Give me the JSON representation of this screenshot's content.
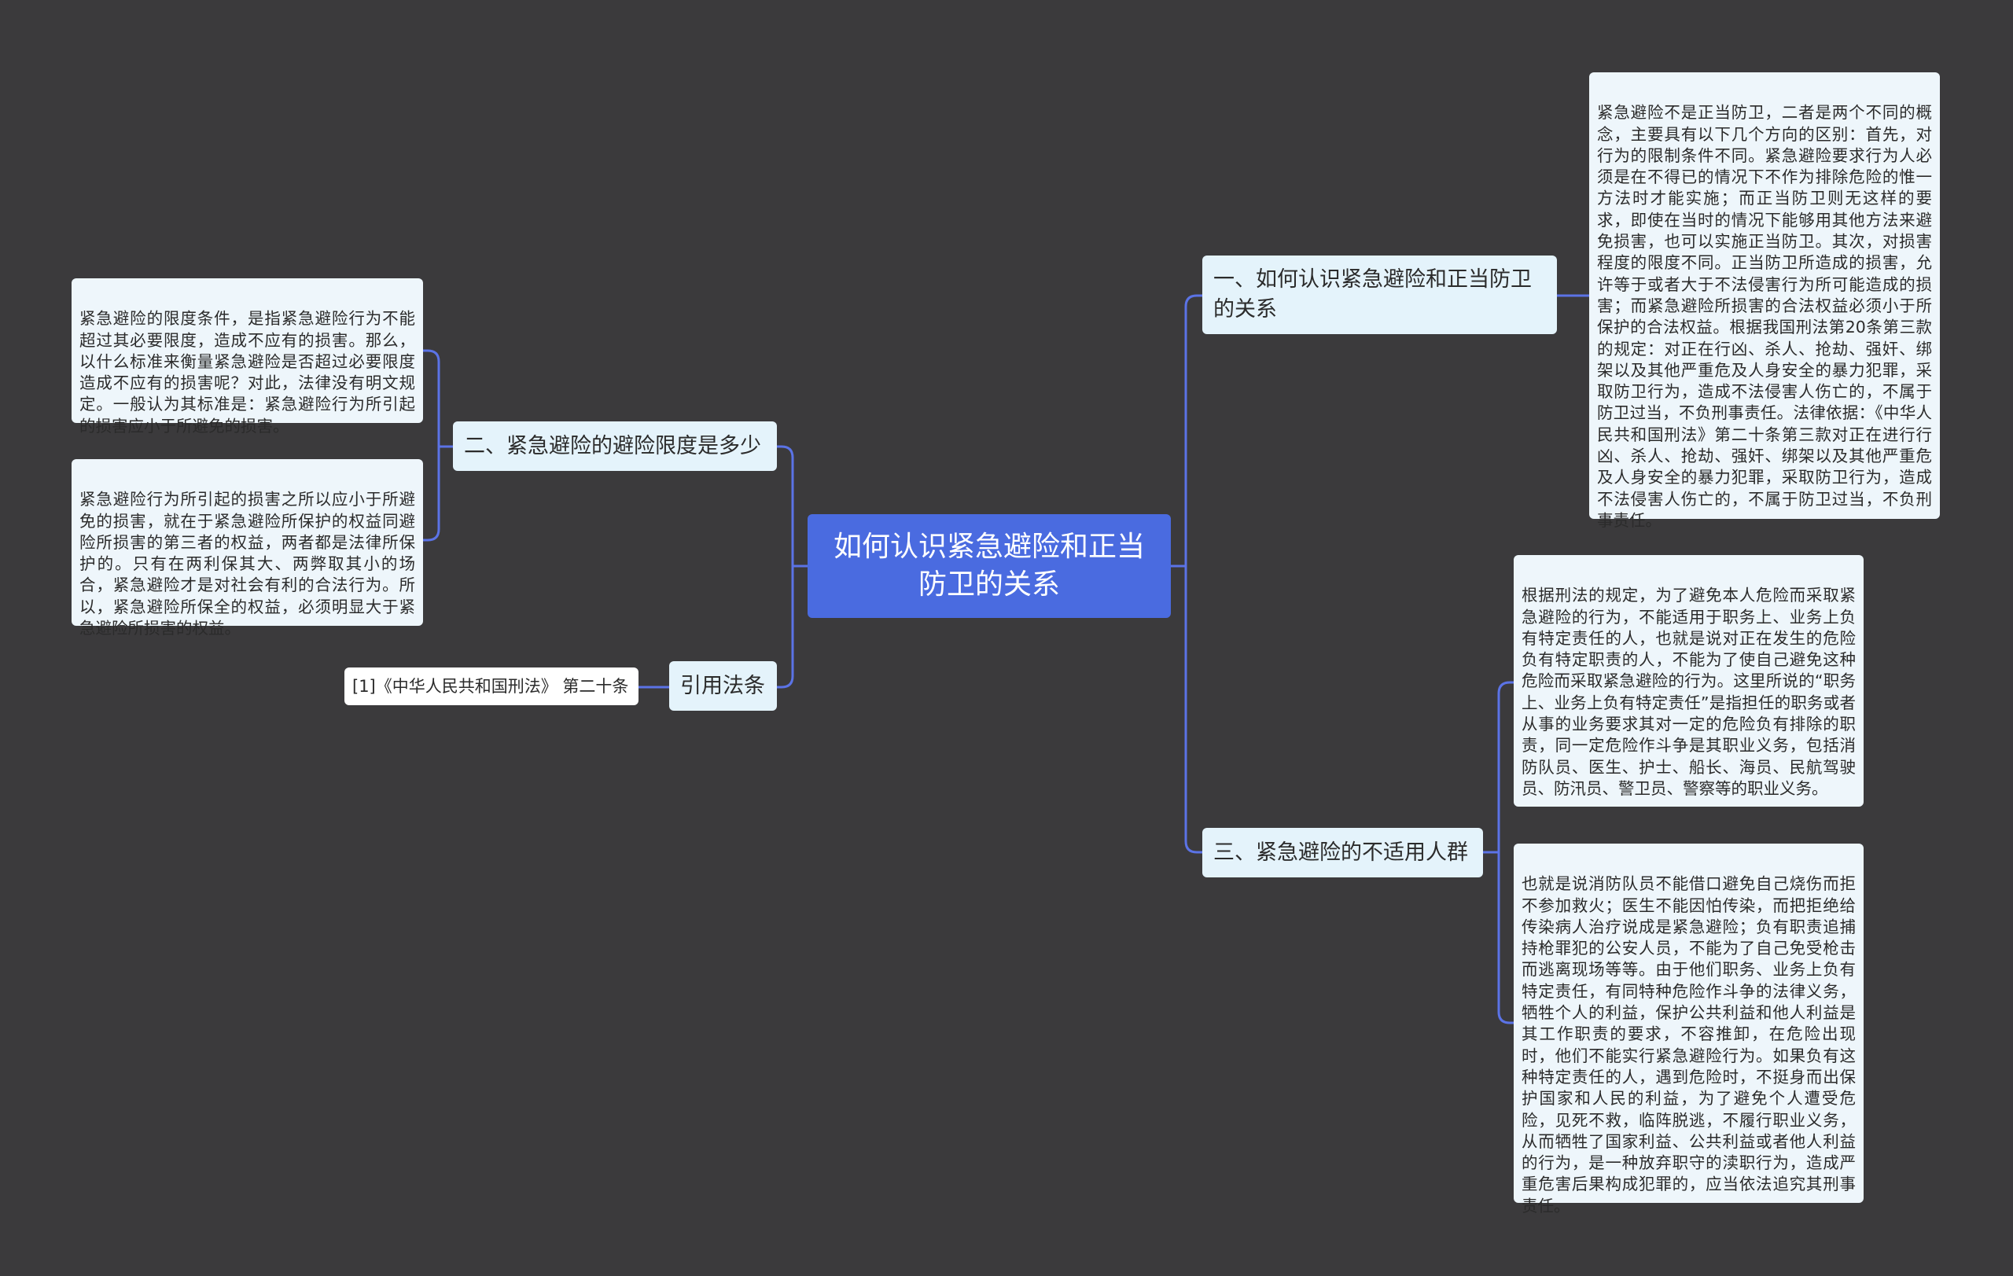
{
  "root": {
    "label": "如何认识紧急避险和正当防卫的关系"
  },
  "branches": {
    "b1": {
      "label": "一、如何认识紧急避险和正当防卫的关系"
    },
    "b2": {
      "label": "二、紧急避险的避险限度是多少"
    },
    "b3": {
      "label": "三、紧急避险的不适用人群"
    },
    "b4": {
      "label": "引用法条"
    }
  },
  "leaves": {
    "l1": "紧急避险不是正当防卫，二者是两个不同的概念，主要具有以下几个方向的区别：首先，对行为的限制条件不同。紧急避险要求行为人必须是在不得已的情况下不作为排除危险的惟一方法时才能实施；而正当防卫则无这样的要求，即使在当时的情况下能够用其他方法来避免损害，也可以实施正当防卫。其次，对损害程度的限度不同。正当防卫所造成的损害，允许等于或者大于不法侵害行为所可能造成的损害；而紧急避险所损害的合法权益必须小于所保护的合法权益。根据我国刑法第20条第三款的规定：对正在行凶、杀人、抢劫、强奸、绑架以及其他严重危及人身安全的暴力犯罪，采取防卫行为，造成不法侵害人伤亡的，不属于防卫过当，不负刑事责任。法律依据：《中华人民共和国刑法》第二十条第三款对正在进行行凶、杀人、抢劫、强奸、绑架以及其他严重危及人身安全的暴力犯罪，采取防卫行为，造成不法侵害人伤亡的，不属于防卫过当，不负刑事责任。",
    "l2": "紧急避险的限度条件，是指紧急避险行为不能超过其必要限度，造成不应有的损害。那么，以什么标准来衡量紧急避险是否超过必要限度造成不应有的损害呢？对此，法律没有明文规定。一般认为其标准是：紧急避险行为所引起的损害应小于所避免的损害。",
    "l3": "紧急避险行为所引起的损害之所以应小于所避免的损害，就在于紧急避险所保护的权益同避险所损害的第三者的权益，两者都是法律所保护的。只有在两利保其大、两弊取其小的场合，紧急避险才是对社会有利的合法行为。所以，紧急避险所保全的权益，必须明显大于紧急避险所损害的权益。",
    "l4": "根据刑法的规定，为了避免本人危险而采取紧急避险的行为，不能适用于职务上、业务上负有特定责任的人，也就是说对正在发生的危险负有特定职责的人，不能为了使自己避免这种危险而采取紧急避险的行为。这里所说的“职务上、业务上负有特定责任”是指担任的职务或者从事的业务要求其对一定的危险负有排除的职责，同一定危险作斗争是其职业义务，包括消防队员、医生、护士、船长、海员、民航驾驶员、防汛员、警卫员、警察等的职业义务。",
    "l5": "也就是说消防队员不能借口避免自己烧伤而拒不参加救火；医生不能因怕传染，而把拒绝给传染病人治疗说成是紧急避险；负有职责追捕持枪罪犯的公安人员，不能为了自己免受枪击而逃离现场等等。由于他们职务、业务上负有特定责任，有同特种危险作斗争的法律义务，牺牲个人的利益，保护公共利益和他人利益是其工作职责的要求，不容推卸，在危险出现时，他们不能实行紧急避险行为。如果负有这种特定责任的人，遇到危险时，不挺身而出保护国家和人民的利益，为了避免个人遭受危险，见死不救，临阵脱逃，不履行职业义务，从而牺牲了国家利益、公共利益或者他人利益的行为，是一种放弃职守的渎职行为，造成严重危害后果构成犯罪的，应当依法追究其刑事责任。",
    "ref": "[1]《中华人民共和国刑法》 第二十条"
  }
}
